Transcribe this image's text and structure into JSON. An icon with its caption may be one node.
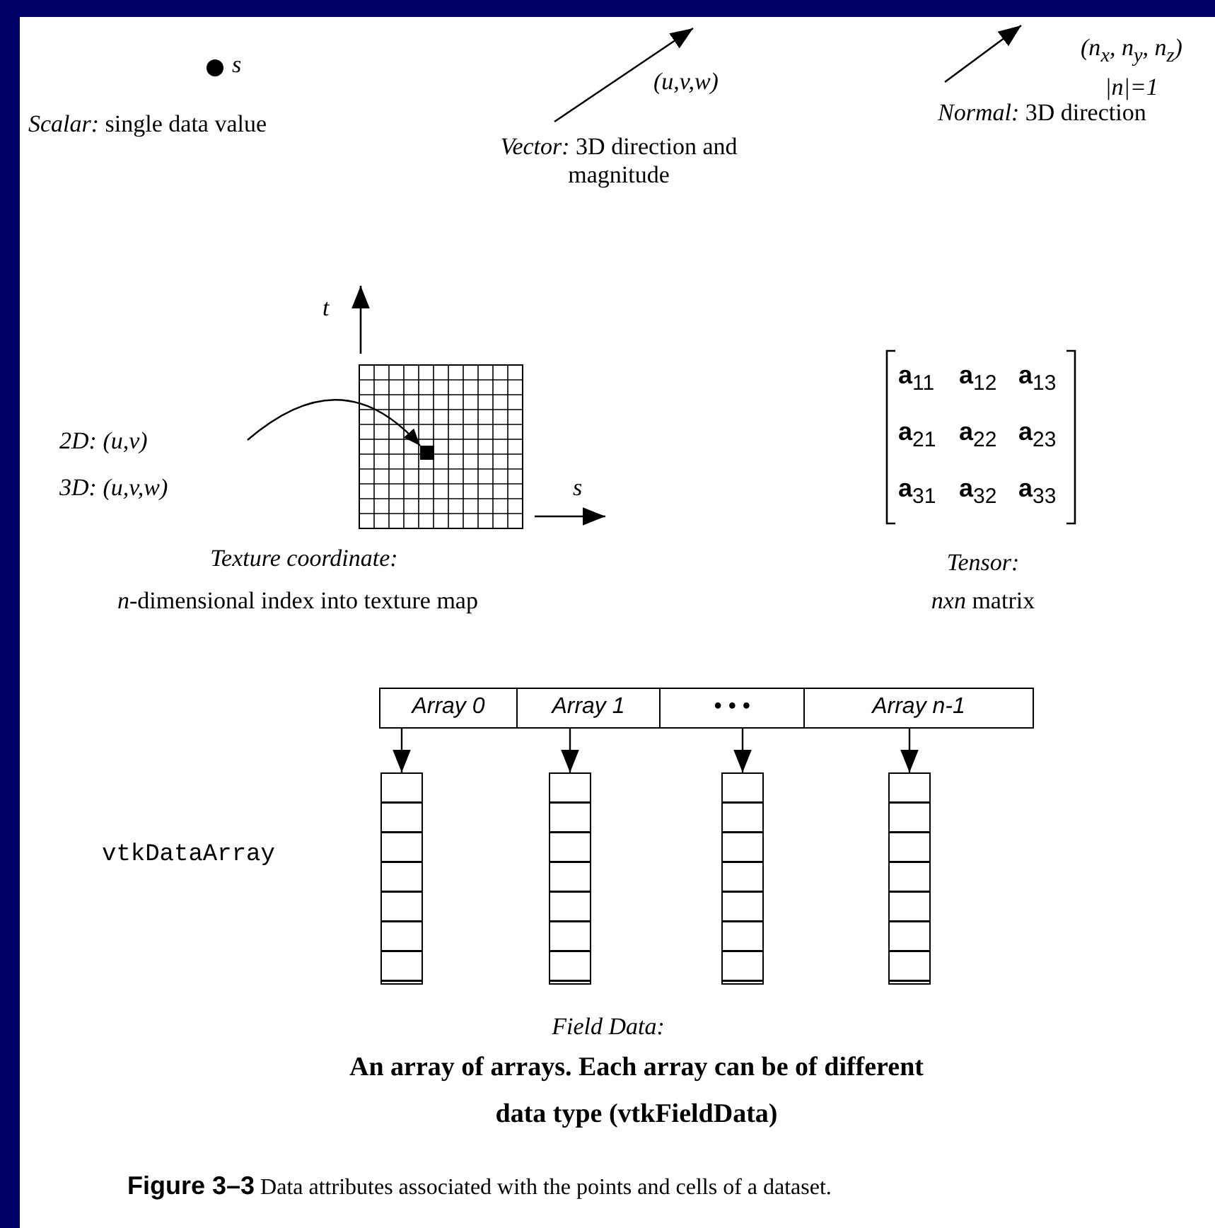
{
  "diagram": {
    "caption": "**Figure 3–3** Data attributes associated with the points and cells of a dataset.",
    "nodes": [
      {
        "text": [
          "Array 0"
        ]
      },
      {
        "text": [
          "Array 1"
        ]
      },
      {
        "text": [
          "• • •"
        ]
      },
      {
        "text": [
          "Array n-1"
        ]
      },
      {
        "text": [],
        "shape": "box"
      },
      {
        "text": [],
        "shape": "box"
      },
      {
        "text": [],
        "shape": "box"
      },
      {
        "text": [],
        "shape": "box"
      },
      {
        "text": [
          "2D: (u,v)",
          "3D: (u,v,w)"
        ]
      },
      {
        "text": [],
        "shape": "box"
      }
    ],
    "edges": [
      {
        "from": 0,
        "to": 4,
        "arrow": "to"
      },
      {
        "from": 1,
        "to": 5,
        "arrow": "to"
      },
      {
        "from": 2,
        "to": 6,
        "arrow": "to"
      },
      {
        "from": 3,
        "to": 7,
        "arrow": "to"
      },
      {
        "from": 8,
        "to": 9,
        "arrow": "to"
      }
    ],
    "labels": [
      "s",
      "(u,v,w)",
      "(n$_{x}$, n$_{y}$, n$_{z}$)",
      "|n|=1",
      "*Scalar:* single data value",
      "*Vector:* 3D direction and magnitude",
      "*Normal:* 3D direction",
      "t",
      "s",
      "**a**$_{11}$",
      "**a**$_{12}$",
      "**a**$_{13}$",
      "**a**$_{21}$",
      "**a**$_{22}$",
      "**a**$_{23}$",
      "**a**$_{31}$",
      "**a**$_{32}$",
      "**a**$_{33}$",
      "Texture coordinate:",
      "*n*-dimensional index into texture map",
      "Tensor:",
      "*nxn* matrix",
      "vtkDataArray",
      "Field Data:",
      "An array of arrays. Each array can be of different data type (vtkFieldData)"
    ]
  }
}
